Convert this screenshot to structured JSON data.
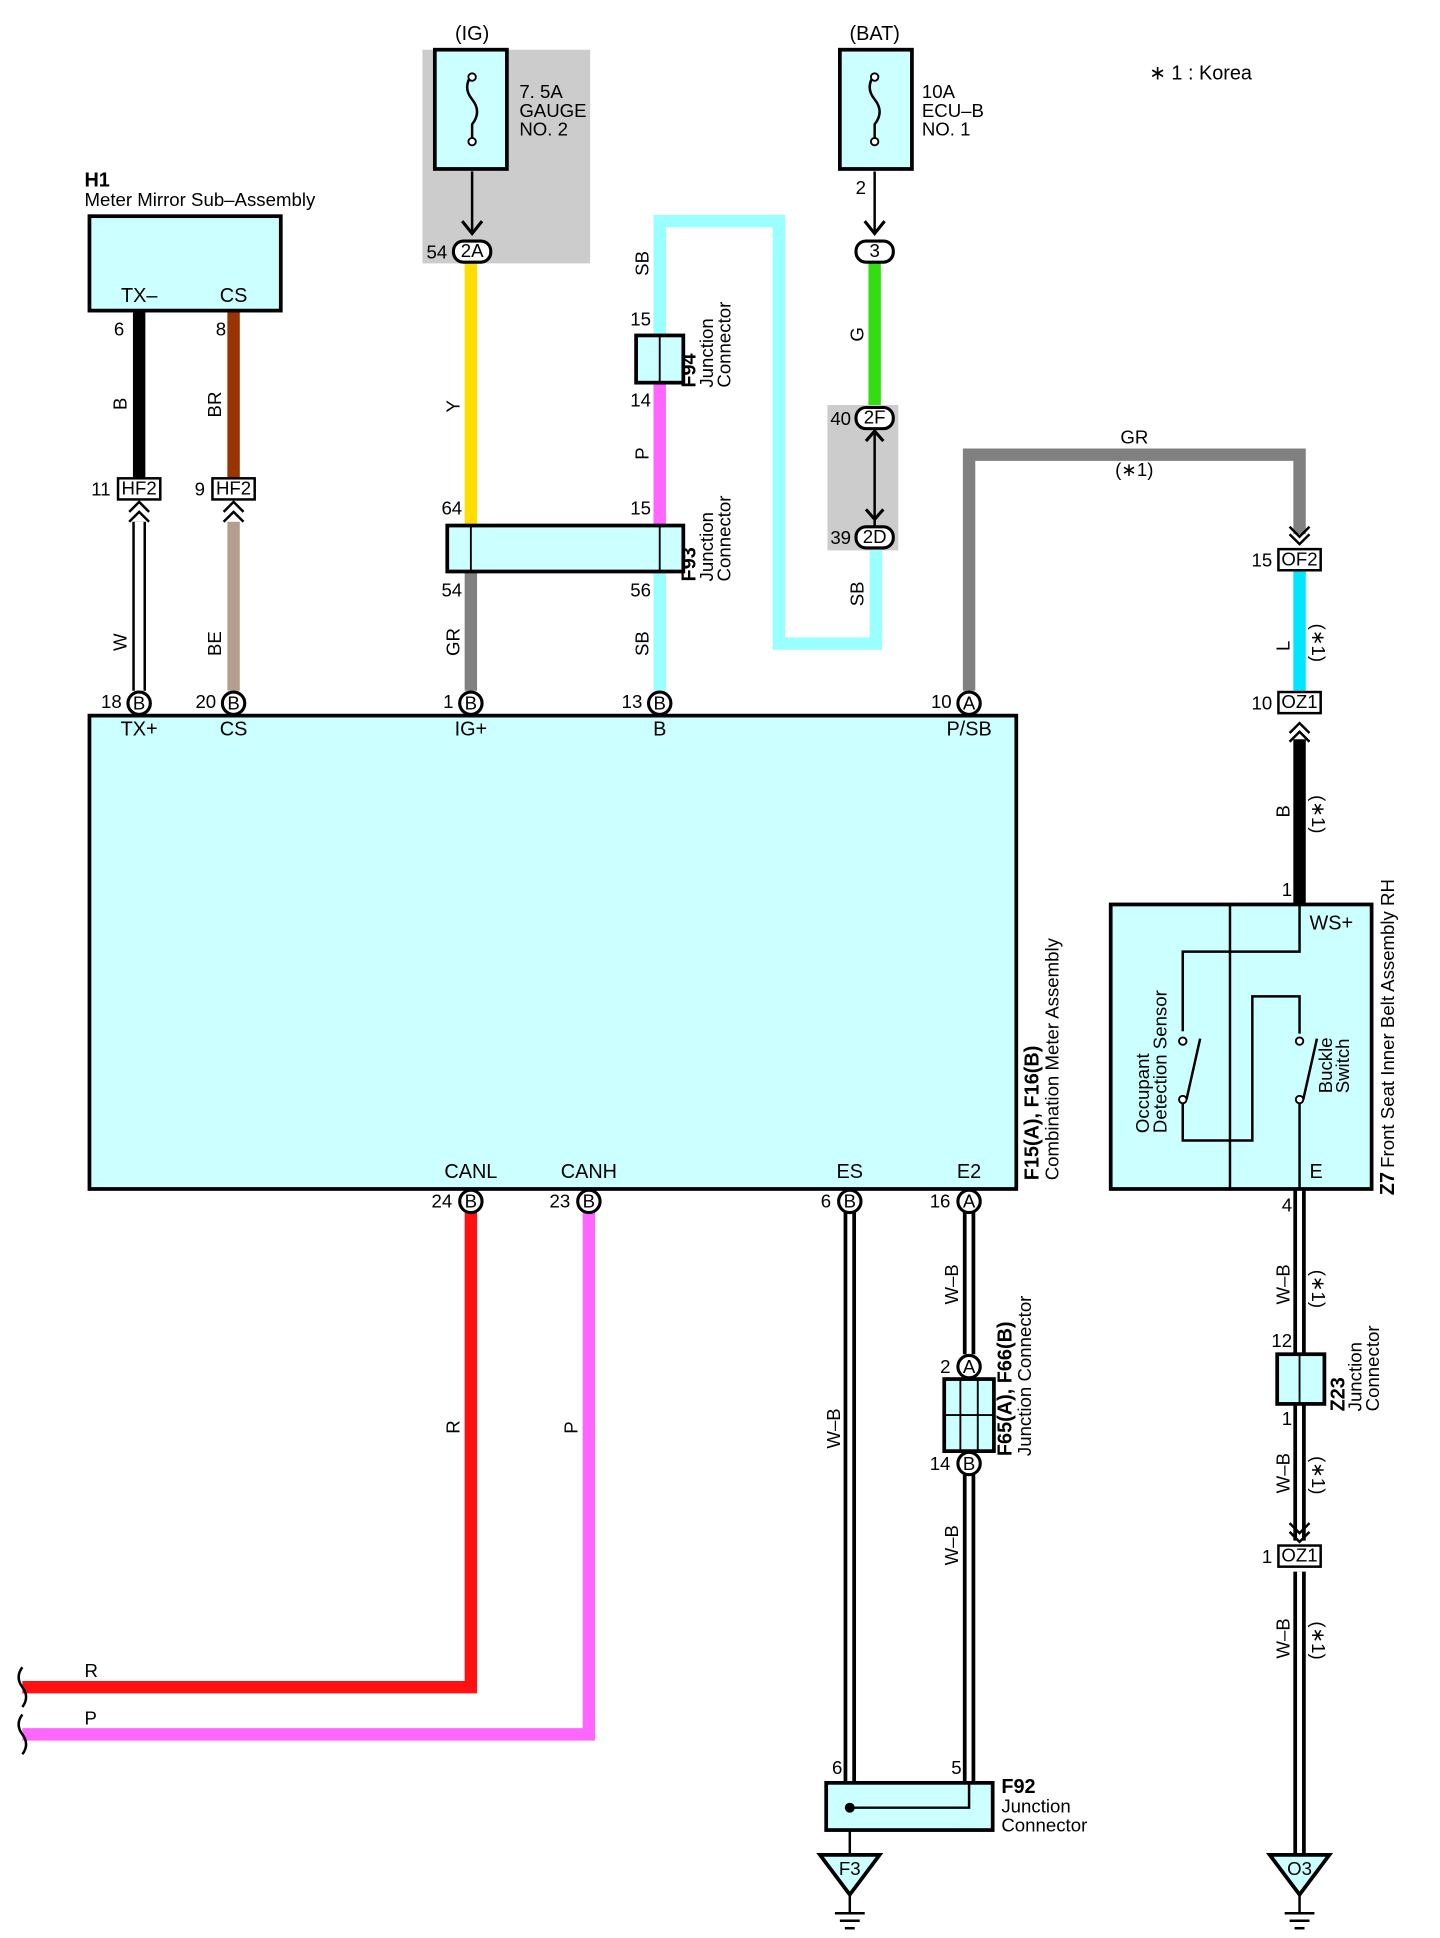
{
  "note": "∗ 1 : Korea",
  "power": {
    "ig": "(IG)",
    "bat": "(BAT)",
    "fuse_gauge": [
      "7. 5A",
      "GAUGE",
      "NO. 2"
    ],
    "fuse_ecu": [
      "10A",
      "ECU–B",
      "NO. 1"
    ]
  },
  "components": {
    "h1_code": "H1",
    "h1_name": "Meter Mirror Sub–Assembly",
    "h1_pin_tx": "TX–",
    "h1_pin_cs": "CS",
    "meter_code": "F15(A), F16(B)",
    "meter_name": "Combination Meter Assembly",
    "meter_pins_top": [
      "TX+",
      "CS",
      "IG+",
      "B",
      "P/SB"
    ],
    "meter_pins_bottom": [
      "CANL",
      "CANH",
      "ES",
      "E2"
    ],
    "z7_code": "Z7",
    "z7_name": "Front Seat Inner Belt Assembly RH",
    "z7_ws": "WS+",
    "z7_e": "E",
    "occupant_1": "Occupant",
    "occupant_2": "Detection Sensor",
    "buckle_1": "Buckle",
    "buckle_2": "Switch",
    "f94_code": "F94",
    "f93_code": "F93",
    "jc_1": "Junction",
    "jc_2": "Connector",
    "f65_code": "F65(A), F66(B)",
    "f65_name": "Junction Connector",
    "z23_code": "Z23",
    "f92_code": "F92"
  },
  "connectors": {
    "c2a": "2A",
    "c3": "3",
    "c2f": "2F",
    "c2d": "2D",
    "hf2": "HF2",
    "of2": "OF2",
    "oz1": "OZ1",
    "ground_f3": "F3",
    "ground_o3": "O3",
    "pin_a": "A",
    "pin_b": "B"
  },
  "pins": {
    "h1_6": "6",
    "h1_8": "8",
    "hf2_11": "11",
    "hf2_9": "9",
    "m_18": "18",
    "m_20": "20",
    "m_1": "1",
    "m_13": "13",
    "m_10": "10",
    "c2a_54": "54",
    "f93_64": "64",
    "f93_54": "54",
    "f93_15": "15",
    "f93_56": "56",
    "f94_15": "15",
    "f94_14": "14",
    "fuse2": "2",
    "c2f_40": "40",
    "c2d_39": "39",
    "of2_15": "15",
    "oz1_10": "10",
    "z7_1": "1",
    "z7_4": "4",
    "z23_12": "12",
    "z23_1": "1",
    "oz1_1": "1",
    "m_24": "24",
    "m_23": "23",
    "m_6": "6",
    "m_16": "16",
    "f65_2": "2",
    "f66_14": "14",
    "f92_6": "6",
    "f92_5": "5"
  },
  "wires": {
    "b": "B",
    "br": "BR",
    "w": "W",
    "be": "BE",
    "y": "Y",
    "gr": "GR",
    "sb": "SB",
    "p": "P",
    "g": "G",
    "l": "L",
    "r": "R",
    "wb": "W–B",
    "korea": "(∗1)"
  },
  "colors": {
    "component_fill": "#ccffff",
    "highlight_gray": "#cccccc",
    "wire_black": "#000000",
    "wire_brown": "#993300",
    "wire_beige": "#b3a08c",
    "wire_yellow": "#ffdd00",
    "wire_gray": "#808080",
    "wire_skyblue": "#99ffff",
    "wire_pink": "#ff66ff",
    "wire_green": "#33dd11",
    "wire_blue": "#00e6ff",
    "wire_red": "#ff1111"
  }
}
